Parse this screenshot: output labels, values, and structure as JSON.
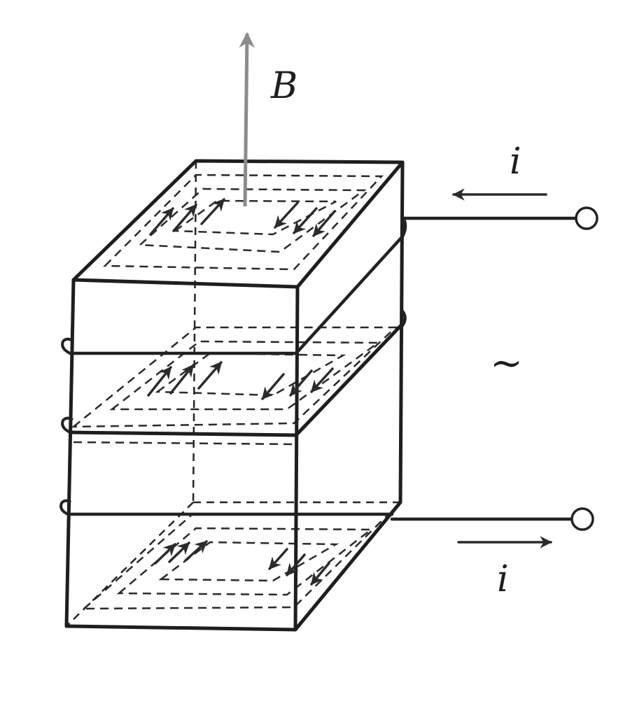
{
  "labels": {
    "field": "B",
    "current_in": "i",
    "current_out": "i",
    "source": "~"
  },
  "colors": {
    "ink": "#1e1e1e",
    "field_arrow": "#8c8c8c",
    "background": "#ffffff"
  }
}
